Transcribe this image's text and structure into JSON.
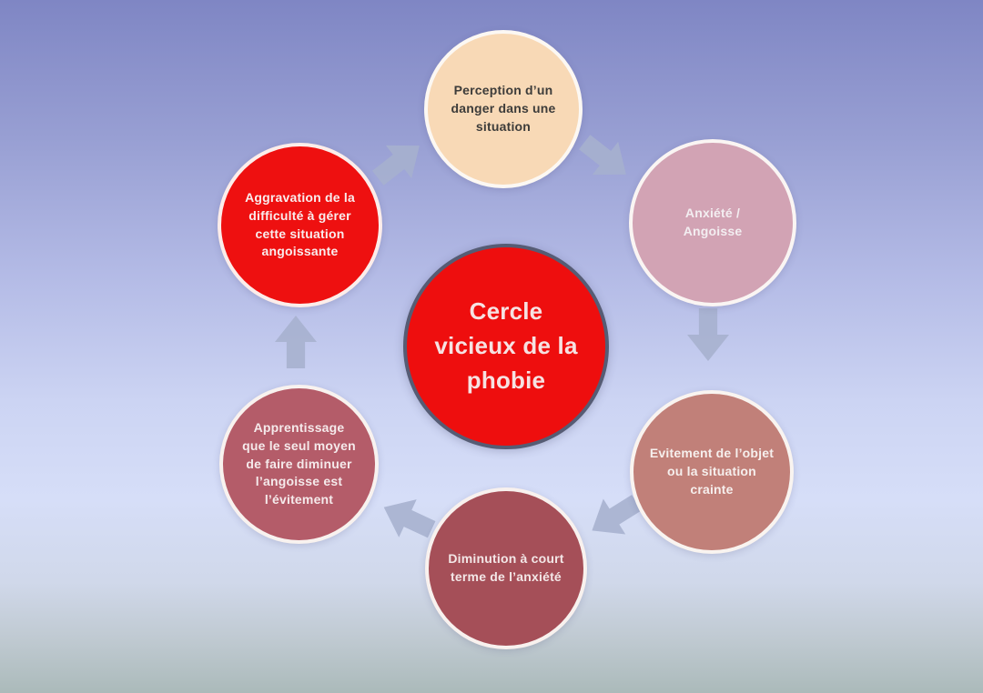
{
  "diagram": {
    "title": "Cercle vicieux de la phobie",
    "type": "cycle"
  },
  "background": {
    "gradient_top": "#7f86c4",
    "gradient_middle": "#d6def8",
    "gradient_bottom": "#abbaba"
  },
  "center_circle": {
    "label": "Cercle vicieux de la phobie",
    "lines": [
      "Cercle",
      "vicieux de la",
      "phobie"
    ],
    "fill": "#ee0e0e",
    "border_color": "#565c74",
    "text_color": "#f6e2e2"
  },
  "cycle_nodes": [
    {
      "id": "perception",
      "label": "Perception d’un danger dans une situation",
      "fill": "#f8d9b6",
      "text_color": "#3d3c3a"
    },
    {
      "id": "anxiete",
      "label": "Anxiété / Angoisse",
      "fill": "#d2a3b4",
      "text_color": "#f3eef1"
    },
    {
      "id": "evitement",
      "label": "Evitement de l’objet ou la situation crainte",
      "fill": "#c18079",
      "text_color": "#f6efed"
    },
    {
      "id": "diminution",
      "label": "Diminution  à court terme de l’anxiété",
      "fill": "#a54f58",
      "text_color": "#f3e7e7"
    },
    {
      "id": "apprentissage",
      "label": "Apprentissage que le seul moyen de faire diminuer l’angoisse est l’évitement",
      "fill": "#b45c69",
      "text_color": "#f5eaeb"
    },
    {
      "id": "aggravation",
      "label": "Aggravation de la difficulté à gérer cette situation angoissante",
      "fill": "#ee1010",
      "text_color": "#f9eded"
    }
  ],
  "arrows": {
    "color": "#a6b1ce"
  }
}
